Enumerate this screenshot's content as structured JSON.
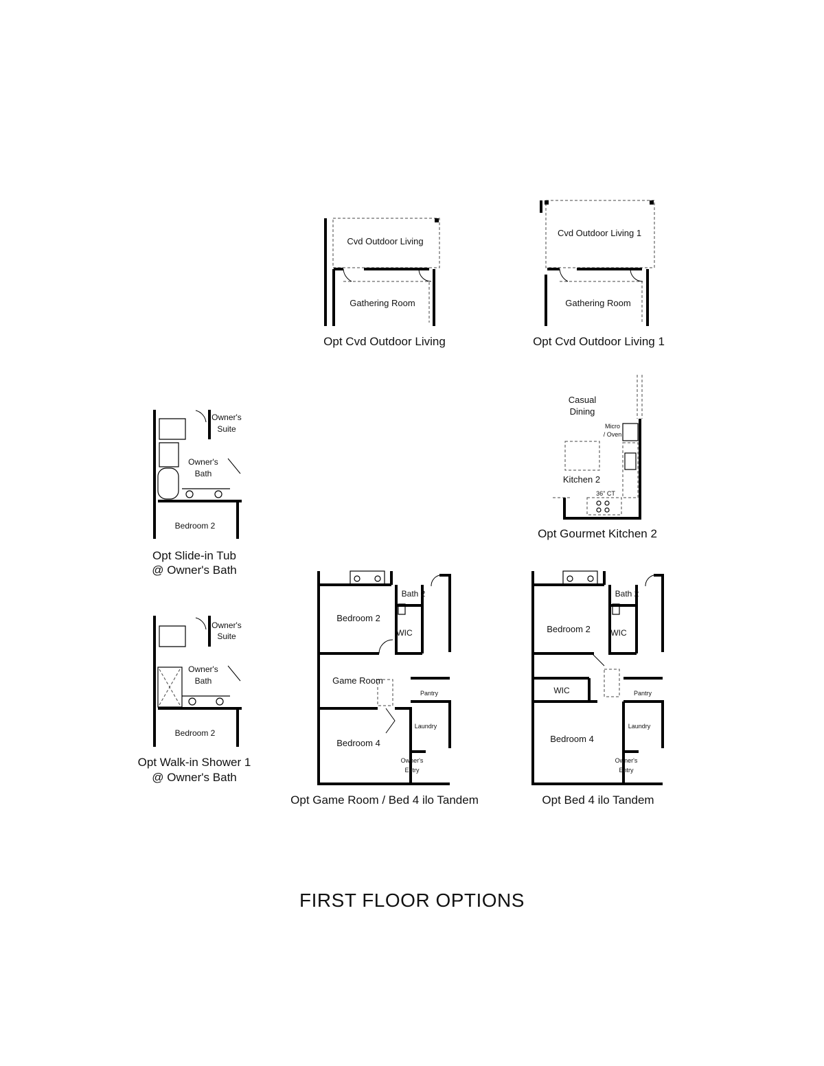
{
  "page_title": "FIRST FLOOR OPTIONS",
  "plans": {
    "cvd_outdoor_living": {
      "caption": "Opt Cvd Outdoor Living",
      "rooms": [
        "Cvd Outdoor Living",
        "Gathering Room"
      ]
    },
    "cvd_outdoor_living_1": {
      "caption": "Opt Cvd Outdoor Living 1",
      "rooms": [
        "Cvd Outdoor Living 1",
        "Gathering Room"
      ]
    },
    "slide_in_tub": {
      "caption_line1": "Opt Slide-in Tub",
      "caption_line2": "@ Owner's Bath",
      "rooms": [
        "Owner's",
        "Suite",
        "Owner's",
        "Bath",
        "Bedroom 2"
      ]
    },
    "gourmet_kitchen_2": {
      "caption": "Opt Gourmet Kitchen 2",
      "rooms": [
        "Casual",
        "Dining",
        "Micro",
        "/ Oven",
        "Kitchen 2",
        "36\" CT"
      ]
    },
    "walk_in_shower_1": {
      "caption_line1": "Opt Walk-in Shower 1",
      "caption_line2": "@ Owner's Bath",
      "rooms": [
        "Owner's",
        "Suite",
        "Owner's",
        "Bath",
        "Bedroom 2"
      ]
    },
    "game_room_bed4": {
      "caption": "Opt Game Room / Bed 4 ilo Tandem",
      "rooms": [
        "Bath 2",
        "Bedroom 2",
        "WIC",
        "Game Room",
        "Pantry",
        "Laundry",
        "Bedroom 4",
        "Owner's",
        "Entry"
      ]
    },
    "bed4_tandem": {
      "caption": "Opt Bed 4 ilo Tandem",
      "rooms": [
        "Bath 2",
        "Bedroom 2",
        "WIC",
        "WIC",
        "Pantry",
        "Laundry",
        "Bedroom 4",
        "Owner's",
        "Entry"
      ]
    }
  }
}
